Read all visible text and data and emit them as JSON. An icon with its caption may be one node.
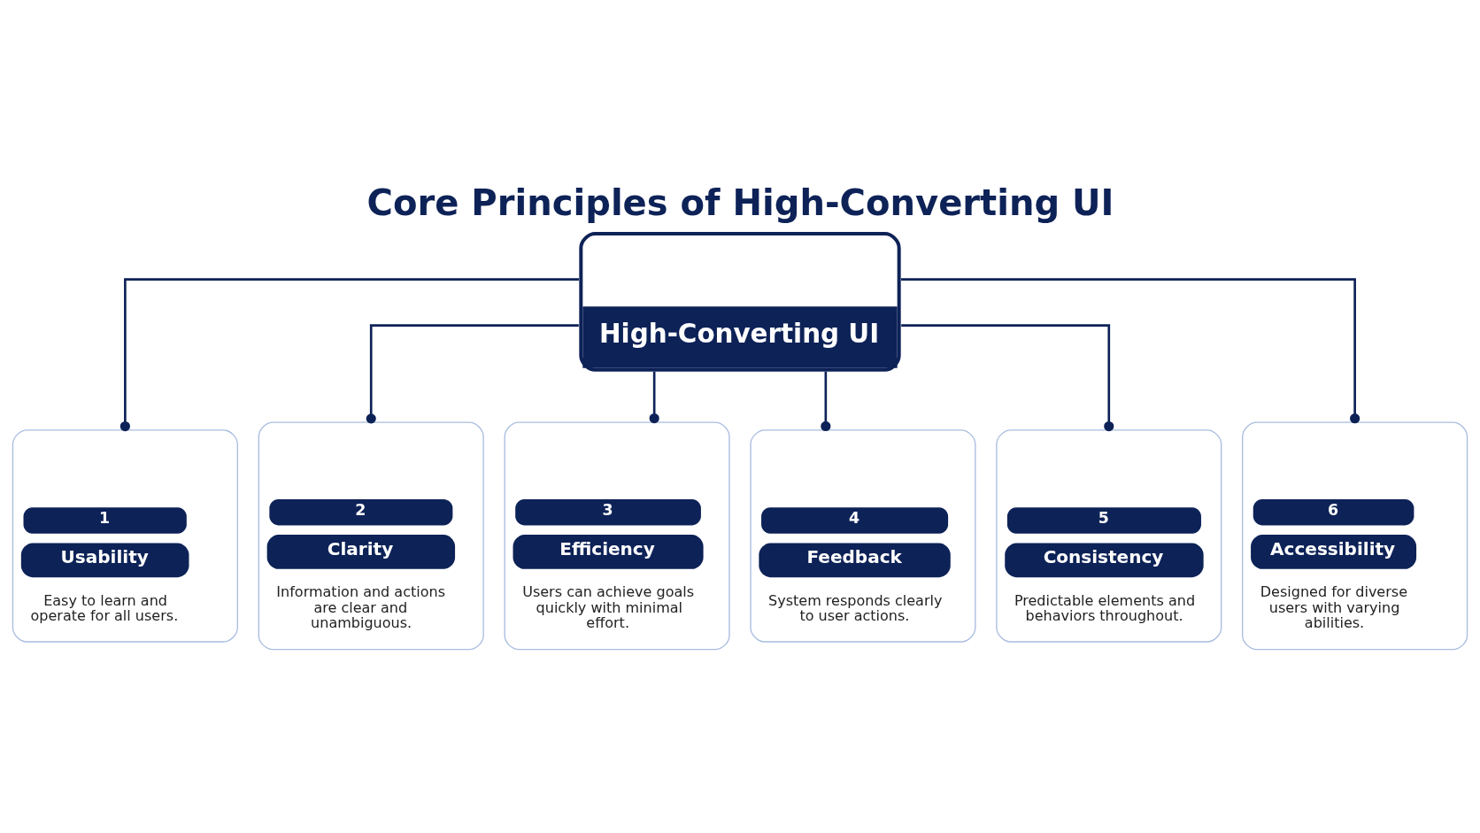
{
  "diagram": {
    "title": "Core Principles of High-Converting UI",
    "nodes": [
      {
        "text": [
          "High-Converting UI"
        ]
      },
      {
        "text": [
          "1",
          "Usability",
          "Easy to learn and operate for all users."
        ]
      },
      {
        "text": [
          "2",
          "Clarity",
          "Information and actions are clear and unambiguous."
        ]
      },
      {
        "text": [
          "3",
          "Efficiency",
          "Users can achieve goals quickly with minimal effort."
        ]
      },
      {
        "text": [
          "4",
          "Feedback",
          "System responds clearly to user actions."
        ]
      },
      {
        "text": [
          "5",
          "Consistency",
          "Predictable elements and behaviors throughout."
        ]
      },
      {
        "text": [
          "6",
          "Accessibility",
          "Designed for diverse users with varying abilities."
        ]
      }
    ],
    "edges": [
      {
        "from": 0,
        "to": 1,
        "arrow": "other"
      },
      {
        "from": 0,
        "to": 2,
        "arrow": "other"
      },
      {
        "from": 0,
        "to": 3,
        "arrow": "other"
      },
      {
        "from": 0,
        "to": 4,
        "arrow": "other"
      },
      {
        "from": 0,
        "to": 5,
        "arrow": "other"
      },
      {
        "from": 0,
        "to": 6,
        "arrow": "other"
      }
    ]
  }
}
